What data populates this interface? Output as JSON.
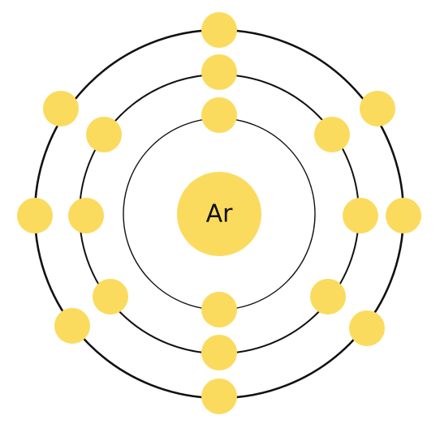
{
  "element": {
    "symbol": "Ar"
  },
  "shells": [
    {
      "electrons": 2
    },
    {
      "electrons": 8
    },
    {
      "electrons": 8
    }
  ],
  "colors": {
    "electron": "#FBDB5E",
    "nucleus": "#FBDB5E",
    "orbit": "#111111",
    "text": "#111111",
    "background": "#FFFFFF"
  }
}
